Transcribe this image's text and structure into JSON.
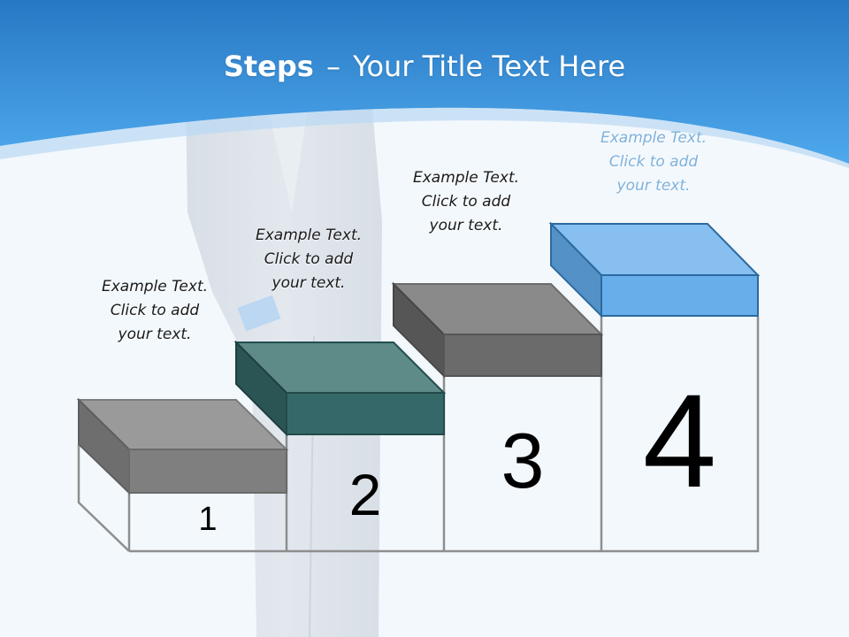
{
  "title": {
    "bold": "Steps",
    "separator": "–",
    "rest": "Your Title Text Here"
  },
  "steps": [
    {
      "number": "1",
      "color": "#8c8c8c",
      "caption": [
        "Example Text.",
        "Click  to add",
        "your text."
      ]
    },
    {
      "number": "2",
      "color": "#3d6b6b",
      "caption": [
        "Example Text.",
        "Click  to add",
        "your text."
      ]
    },
    {
      "number": "3",
      "color": "#7a7a7a",
      "caption": [
        "Example Text.",
        "Click  to add",
        "your text."
      ]
    },
    {
      "number": "4",
      "color": "#6fb0e8",
      "caption": [
        "Example Text.",
        "Click  to add",
        "your text."
      ]
    }
  ],
  "colors": {
    "banner_top": "#2a80cc",
    "banner_bottom": "#4aa6ea",
    "background": "#f3f8fc"
  }
}
